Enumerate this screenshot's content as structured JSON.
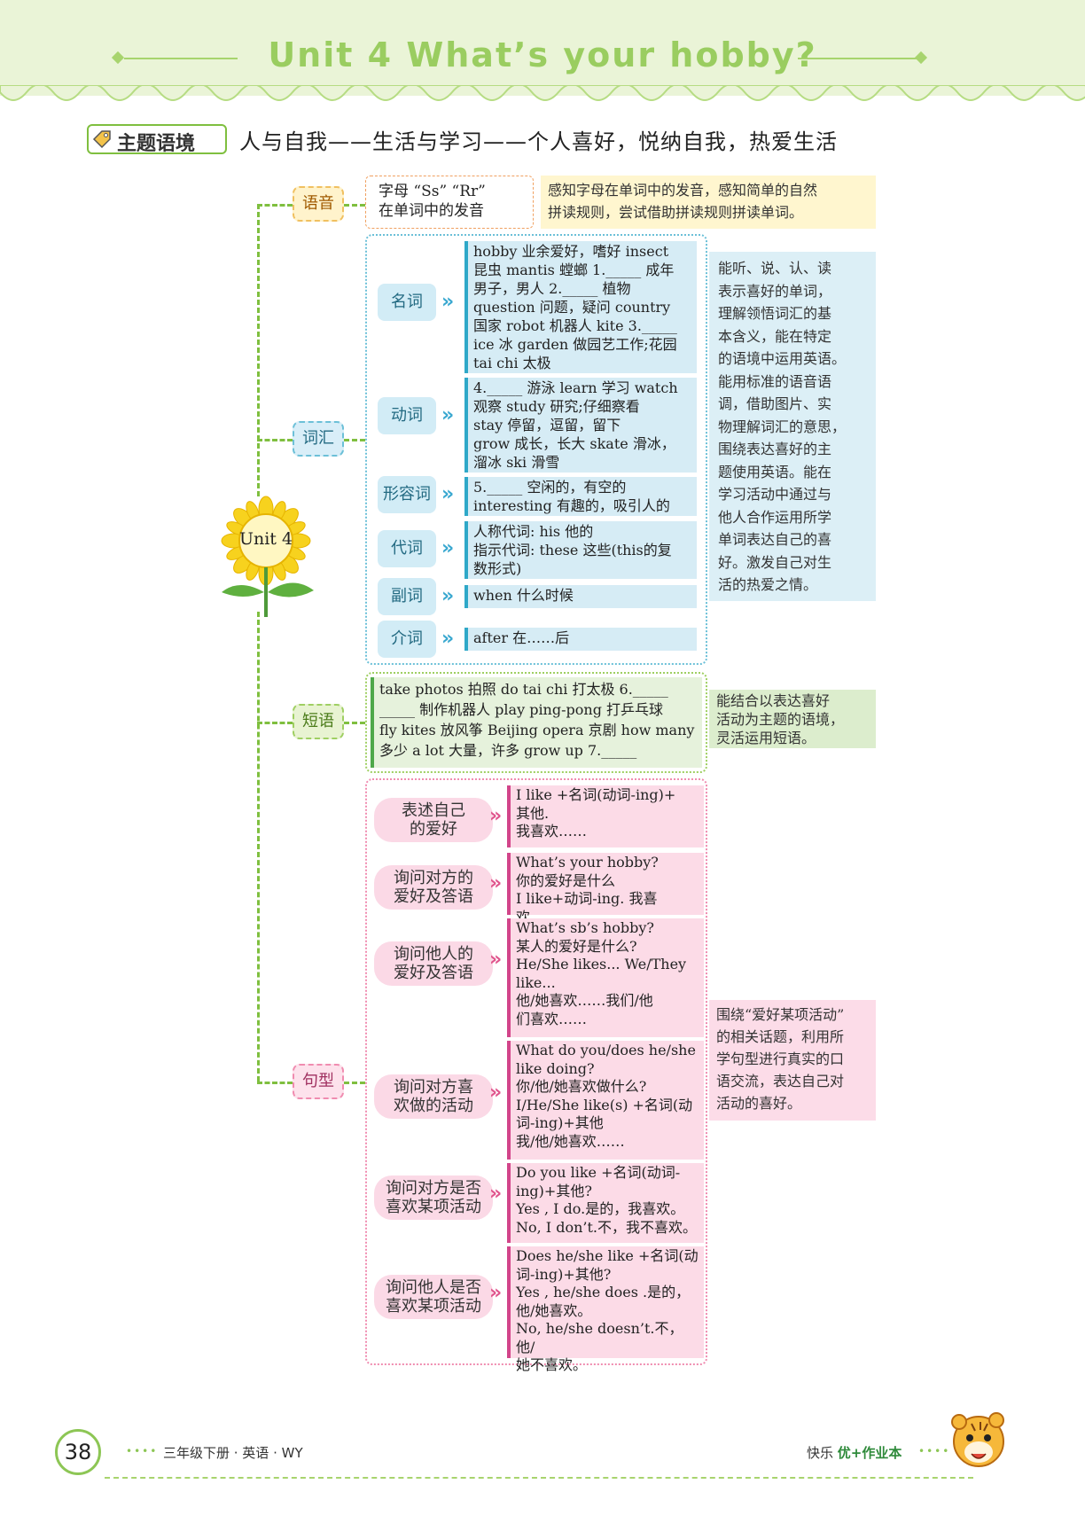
{
  "header": {
    "title": "Unit 4  What’s your hobby?"
  },
  "theme": {
    "badge": "主题语境",
    "text": "人与自我——生活与学习——个人喜好，悦纳自我，热爱生活"
  },
  "center": {
    "label": "Unit 4"
  },
  "categories": {
    "phonics": "语音",
    "vocab": "词汇",
    "phrases": "短语",
    "sentences": "句型"
  },
  "phonics": {
    "lines": [
      "字母 “Ss” “Rr”",
      "在单词中的发音"
    ],
    "desc": [
      "感知字母在单词中的发音，感知简单的自然",
      "拼读规则，尝试借助拼读规则拼读单词。"
    ]
  },
  "vocab": {
    "groups": [
      {
        "pos": "名词",
        "lines": [
          "hobby 业余爱好，嗜好  insect",
          "昆虫  mantis 螳螂  1._____ 成年",
          "男子，男人 2._____  植物",
          "question 问题，疑问  country",
          "国家 robot  机器人  kite 3._____",
          "ice 冰  garden 做园艺工作;花园",
          "tai chi 太极"
        ]
      },
      {
        "pos": "动词",
        "lines": [
          "4._____ 游泳  learn 学习  watch",
          "观察  study 研究;仔细察看",
          "stay 停留，逗留，留下",
          "grow 成长，长大  skate 滑冰，",
          "溜冰  ski 滑雪"
        ]
      },
      {
        "pos": "形容词",
        "lines": [
          "5._____ 空闲的，有空的",
          "interesting 有趣的，吸引人的"
        ]
      },
      {
        "pos": "代词",
        "lines": [
          "人称代词: his 他的",
          "指示代词: these 这些(this的复",
          "数形式)"
        ]
      },
      {
        "pos": "副词",
        "lines": [
          "when 什么时候"
        ]
      },
      {
        "pos": "介词",
        "lines": [
          "after 在……后"
        ]
      }
    ],
    "desc": [
      "能听、说、认、读",
      "表示喜好的单词，",
      "理解领悟词汇的基",
      "本含义，能在特定",
      "的语境中运用英语。",
      "能用标准的语音语",
      "调，借助图片、实",
      "物理解词汇的意思，",
      "围绕表达喜好的主",
      "题使用英语。能在",
      "学习活动中通过与",
      "他人合作运用所学",
      "单词表达自己的喜",
      "好。激发自己对生",
      "活的热爱之情。"
    ]
  },
  "phrases": {
    "lines": [
      "take photos 拍照  do tai chi 打太极  6._____",
      "_____  制作机器人  play ping-pong 打乒乓球",
      "fly kites 放风筝  Beijing opera 京剧  how many",
      "多少  a lot 大量，许多 grow up 7._____"
    ],
    "desc": [
      "能结合以表达喜好",
      "活动为主题的语境，",
      "灵活运用短语。"
    ]
  },
  "sentences": {
    "groups": [
      {
        "func": [
          "表述自己",
          "的爱好"
        ],
        "lines": [
          "I like +名词(动词-ing)+",
          "其他.",
          "我喜欢……"
        ]
      },
      {
        "func": [
          "询问对方的",
          "爱好及答语"
        ],
        "lines": [
          "What’s your hobby?",
          "你的爱好是什么",
          "I like+动词-ing. 我喜欢……"
        ]
      },
      {
        "func": [
          "询问他人的",
          "爱好及答语"
        ],
        "lines": [
          "What’s sb’s hobby?",
          "某人的爱好是什么?",
          "He/She likes... We/They",
          "like...",
          "他/她喜欢……我们/他",
          "们喜欢……"
        ]
      },
      {
        "func": [
          "询问对方喜",
          "欢做的活动"
        ],
        "lines": [
          "What do you/does he/she",
          "like doing?",
          "你/他/她喜欢做什么?",
          "I/He/She like(s) +名词(动",
          "词-ing)+其他",
          "我/他/她喜欢……"
        ]
      },
      {
        "func": [
          "询问对方是否",
          "喜欢某项活动"
        ],
        "lines": [
          "Do you like +名词(动词-",
          "ing)+其他?",
          "Yes , I do.是的，我喜欢。",
          "No, I don’t.不，我不喜欢。"
        ]
      },
      {
        "func": [
          "询问他人是否",
          "喜欢某项活动"
        ],
        "lines": [
          "Does he/she like +名词(动",
          "词-ing)+其他?",
          "Yes , he/she does .是的，",
          "他/她喜欢。",
          "No, he/she doesn’t.不，他/",
          "她不喜欢。"
        ]
      }
    ],
    "desc": [
      "围绕“爱好某项活动”",
      "的相关话题，利用所",
      "学句型进行真实的口",
      "语交流，表达自己对",
      "活动的喜好。"
    ]
  },
  "footer": {
    "page": "38",
    "left": "三年级下册 · 英语 · WY",
    "right_prefix": "快乐",
    "right_brand": "优+作业本"
  }
}
